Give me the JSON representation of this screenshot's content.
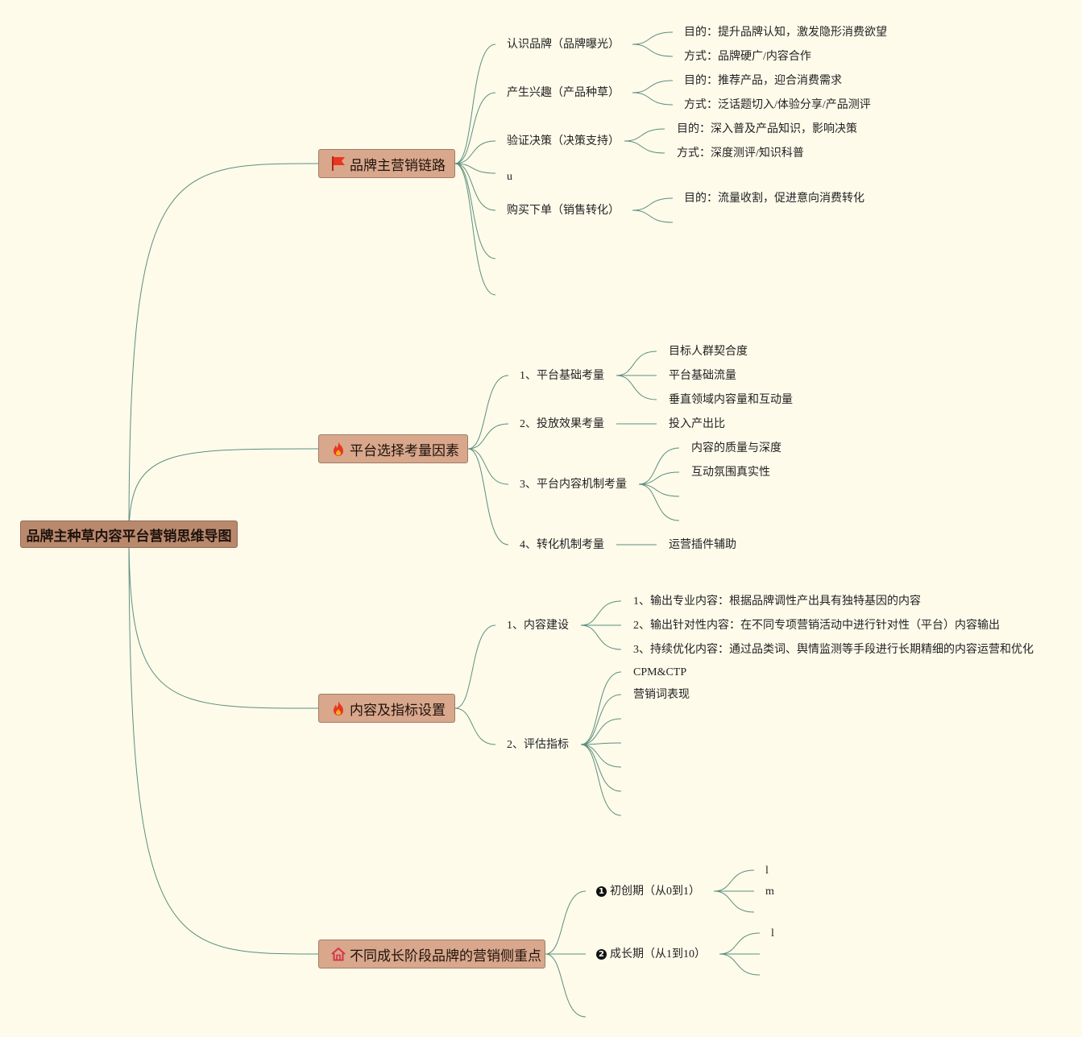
{
  "root": {
    "label": "品牌主种草内容平台营销思维导图"
  },
  "branches": [
    {
      "label": "品牌主营销链路",
      "icon": "flag-icon",
      "children": [
        {
          "label": "认识品牌（品牌曝光）",
          "children": [
            "目的：提升品牌认知，激发隐形消费欲望",
            "方式：品牌硬广/内容合作"
          ]
        },
        {
          "label": "产生兴趣（产品种草）",
          "children": [
            "目的：推荐产品，迎合消费需求",
            "方式：泛话题切入/体验分享/产品测评"
          ]
        },
        {
          "label": "验证决策（决策支持）",
          "children": [
            "目的：深入普及产品知识，影响决策",
            "方式：深度测评/知识科普"
          ]
        },
        {
          "label": "u",
          "children": []
        },
        {
          "label": "购买下单（销售转化）",
          "children": [
            "目的：流量收割，促进意向消费转化",
            ""
          ]
        },
        {
          "label": "",
          "children": []
        },
        {
          "label": "",
          "children": []
        }
      ]
    },
    {
      "label": "平台选择考量因素",
      "icon": "fire-icon",
      "children": [
        {
          "label": "1、平台基础考量",
          "children": [
            "目标人群契合度",
            "平台基础流量",
            "垂直领域内容量和互动量"
          ]
        },
        {
          "label": "2、投放效果考量",
          "children": [
            "投入产出比"
          ]
        },
        {
          "label": "3、平台内容机制考量",
          "children": [
            "内容的质量与深度",
            "互动氛围真实性",
            "",
            ""
          ]
        },
        {
          "label": "4、转化机制考量",
          "children": [
            "运营插件辅助"
          ]
        }
      ]
    },
    {
      "label": "内容及指标设置",
      "icon": "fire-icon",
      "children": [
        {
          "label": "1、内容建设",
          "children": [
            "1、输出专业内容：根据品牌调性产出具有独特基因的内容",
            "2、输出针对性内容：在不同专项营销活动中进行针对性（平台）内容输出",
            "3、持续优化内容：通过品类词、舆情监测等手段进行长期精细的内容运营和优化"
          ]
        },
        {
          "label": "2、评估指标",
          "children": [
            "CPM&CTP",
            "营销词表现",
            "",
            "",
            "",
            "",
            ""
          ]
        }
      ]
    },
    {
      "label": "不同成长阶段品牌的营销侧重点",
      "icon": "home-icon",
      "children": [
        {
          "bullet": "1",
          "label": "初创期（从0到1）",
          "children": [
            "l",
            "m",
            ""
          ]
        },
        {
          "bullet": "2",
          "label": "成长期（从1到10）",
          "children": [
            "l",
            "",
            ""
          ]
        },
        {
          "bullet": "",
          "label": "",
          "children": []
        }
      ]
    }
  ],
  "colors": {
    "background": "#fefbeb",
    "root_fill": "#b9896e",
    "branch_fill": "#d8a78c",
    "link": "#5c8f7e",
    "flag": "#e8361f",
    "fire": "#e8361f"
  }
}
